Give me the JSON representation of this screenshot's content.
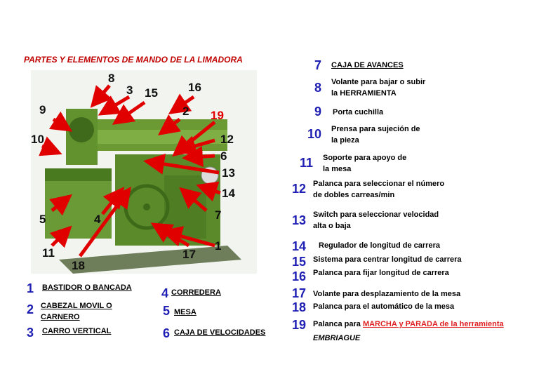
{
  "title": "PARTES Y ELEMENTOS DE MANDO DE LA LIMADORA",
  "callouts": [
    "8",
    "3",
    "15",
    "16",
    "9",
    "2",
    "19",
    "10",
    "12",
    "6",
    "13",
    "14",
    "5",
    "4",
    "7",
    "1",
    "11",
    "18",
    "17"
  ],
  "bottom_items": [
    {
      "n": "1",
      "text": "BASTIDOR O BANCADA"
    },
    {
      "n": "2",
      "text": "CABEZAL MOVIL O"
    },
    {
      "n": "",
      "text": "CARNERO"
    },
    {
      "n": "3",
      "text": "CARRO VERTICAL"
    },
    {
      "n": "4",
      "text": "CORREDERA"
    },
    {
      "n": "5",
      "text": "MESA"
    },
    {
      "n": "6",
      "text": "CAJA DE VELOCIDADES"
    }
  ],
  "right_items": [
    {
      "n": "7",
      "lines": [
        "CAJA DE AVANCES"
      ]
    },
    {
      "n": "8",
      "lines": [
        "Volante para bajar o subir",
        "la HERRAMIENTA"
      ]
    },
    {
      "n": "9",
      "lines": [
        "Porta cuchilla"
      ]
    },
    {
      "n": "10",
      "lines": [
        "Prensa para sujeción de",
        "la pieza"
      ]
    },
    {
      "n": "11",
      "lines": [
        "Soporte para apoyo de",
        "la mesa"
      ]
    },
    {
      "n": "12",
      "lines": [
        "Palanca para seleccionar el número",
        "de dobles carreas/min"
      ]
    },
    {
      "n": "13",
      "lines": [
        "Switch para seleccionar velocidad",
        "alta o baja"
      ]
    },
    {
      "n": "14",
      "lines": [
        "Regulador de longitud de carrera"
      ]
    },
    {
      "n": "15",
      "lines": [
        "Sistema para centrar longitud de carrera"
      ]
    },
    {
      "n": "16",
      "lines": [
        "Palanca para fijar longitud de carrera"
      ]
    },
    {
      "n": "17",
      "lines": [
        "Volante para desplazamiento de la mesa"
      ]
    },
    {
      "n": "18",
      "lines": [
        "Palanca para el automático de la mesa"
      ]
    },
    {
      "n": "19",
      "lines": [
        "Palanca para ",
        "MARCHA y PARADA de la herramienta"
      ]
    }
  ],
  "embrague": "EMBRIAGUE",
  "colors": {
    "title": "#c00000",
    "number": "#1f1fb4",
    "arrow": "#e00000",
    "machine": "#5a8a2a",
    "highlight": "#e02020"
  }
}
